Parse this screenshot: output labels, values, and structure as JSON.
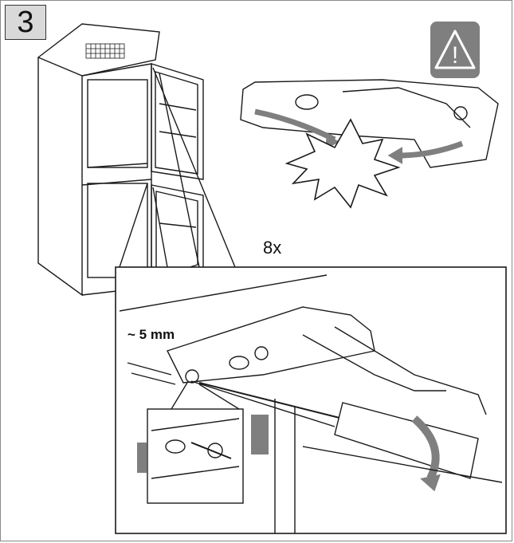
{
  "step": {
    "number": "3"
  },
  "warning": {
    "icon": "warning-triangle-icon",
    "symbol": "!"
  },
  "illustration": {
    "screw_count": "8x",
    "gap_label": "~ 5 mm"
  },
  "colors": {
    "panel_gray": "#7f7f7f",
    "step_box_bg": "#d9d9d9",
    "line": "#1a1a1a"
  }
}
